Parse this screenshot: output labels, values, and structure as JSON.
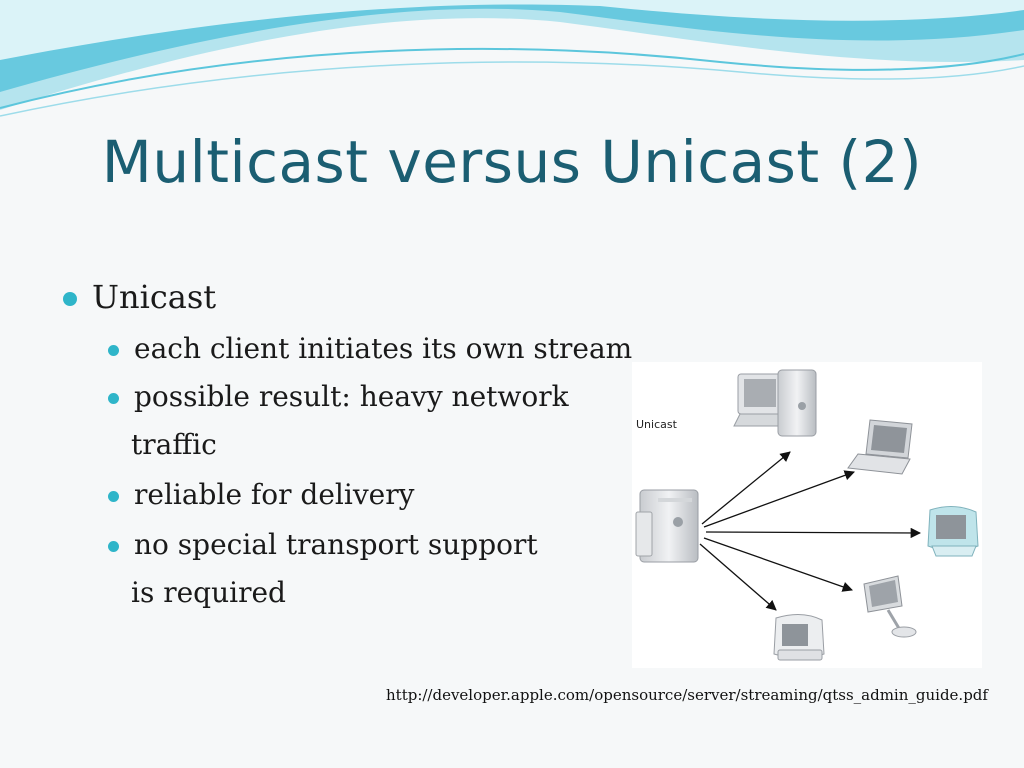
{
  "slide": {
    "title": "Multicast versus Unicast (2)",
    "bullet": "Unicast",
    "sub_bullets": [
      "each client initiates its own stream",
      "possible result: heavy network",
      "reliable for delivery",
      "no special transport support"
    ],
    "continuations": [
      "traffic",
      "is required"
    ],
    "source_url": "http://developer.apple.com/opensource/server/streaming/qtss_admin_guide.pdf"
  },
  "diagram": {
    "label": "Unicast",
    "server_icon": "tower-server-icon",
    "client_icons": [
      "desktop-computer-icon",
      "laptop-icon",
      "imac-icon",
      "flat-panel-imac-icon",
      "emac-icon"
    ]
  },
  "colors": {
    "title": "#1b5e72",
    "bullet_dot": "#2fb5c9",
    "wave": "#5cc6dc"
  }
}
